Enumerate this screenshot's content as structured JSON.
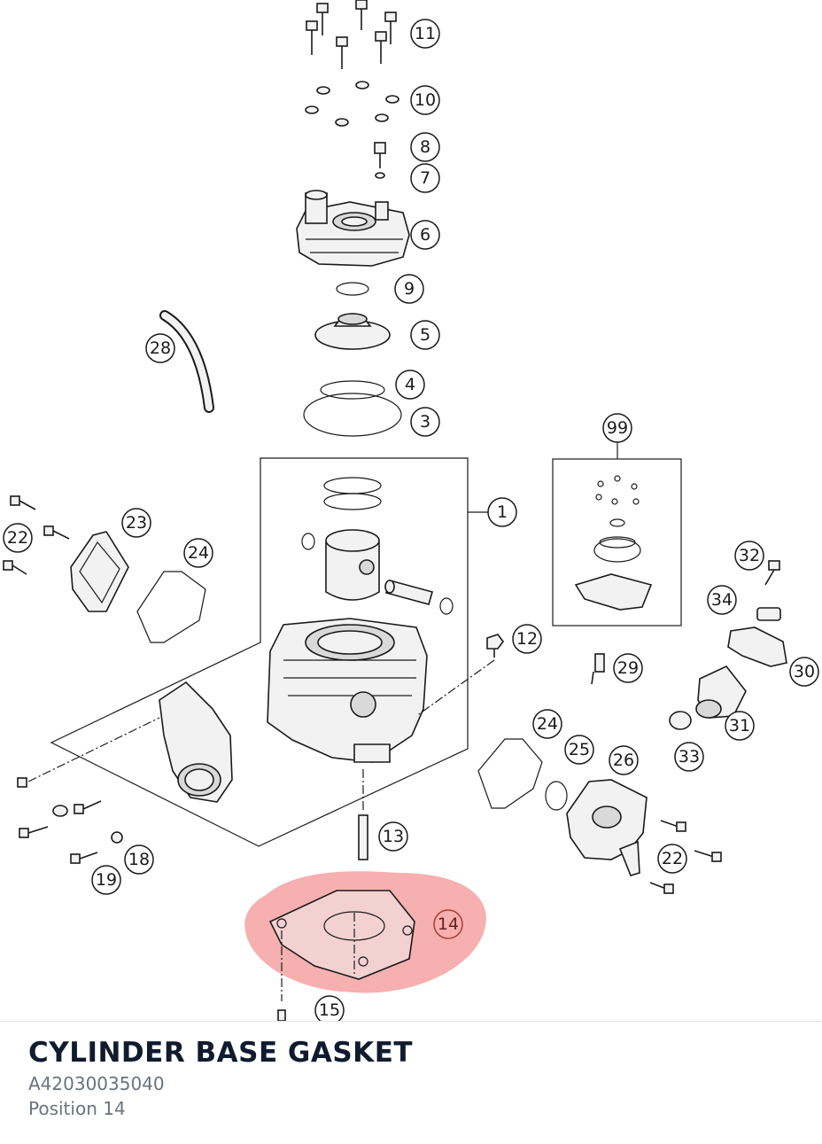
{
  "diagram": {
    "callouts": [
      "11",
      "10",
      "8",
      "7",
      "6",
      "9",
      "5",
      "4",
      "3",
      "28",
      "99",
      "1",
      "23",
      "24",
      "22",
      "12",
      "32",
      "34",
      "30",
      "29",
      "31",
      "33",
      "24",
      "25",
      "26",
      "13",
      "18",
      "19",
      "22",
      "14",
      "15"
    ],
    "highlighted_position": "14",
    "highlight_color": "#ef6f6f"
  },
  "selected_part": {
    "name": "CYLINDER BASE GASKET",
    "number": "A42030035040",
    "position": "Position 14"
  }
}
